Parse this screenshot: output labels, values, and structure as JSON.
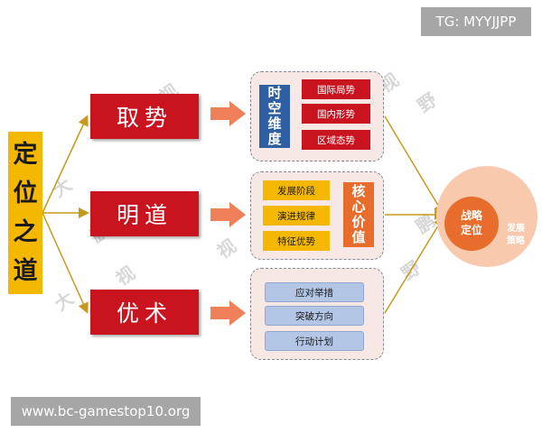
{
  "watermark_top": "TG: MYYJJPP",
  "watermark_bottom": "www.bc-gamestop10.org",
  "root_chars": [
    "定",
    "位",
    "之",
    "道"
  ],
  "branches": {
    "qushi": {
      "label": "取势",
      "panel_label": [
        "时",
        "空",
        "维",
        "度"
      ],
      "items": [
        "国际局势",
        "国内形势",
        "区域态势"
      ]
    },
    "mingdao": {
      "label": "明道",
      "panel_label": [
        "核",
        "心",
        "价",
        "值"
      ],
      "items": [
        "发展阶段",
        "演进规律",
        "特征优势"
      ]
    },
    "youshu": {
      "label": "优术",
      "items": [
        "应对举措",
        "突破方向",
        "行动计划"
      ]
    }
  },
  "goal": {
    "center_lines": [
      "战略",
      "定位"
    ],
    "side_lines": [
      "发展",
      "策略"
    ]
  },
  "bg_watermarks": [
    "大",
    "鹏",
    "视",
    "野",
    "大",
    "鹏",
    "视",
    "野",
    "大",
    "鹏",
    "视",
    "野",
    "视",
    "野"
  ],
  "colors": {
    "red": "#c91420",
    "gold": "#f5b800",
    "blue": "#2e5fa5",
    "orange": "#e86d2d",
    "connector": "#c49a1e"
  }
}
